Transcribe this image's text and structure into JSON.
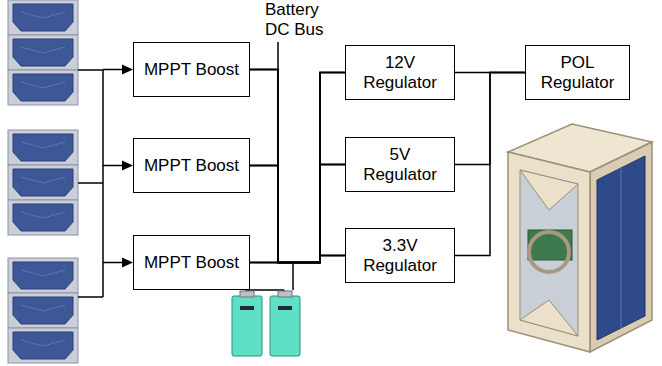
{
  "diagram": {
    "nodes": [
      {
        "text": [
          "MPPT Boost"
        ]
      },
      {
        "text": [
          "MPPT Boost"
        ]
      },
      {
        "text": [
          "MPPT Boost"
        ]
      },
      {
        "text": [
          "12V Regulator"
        ]
      },
      {
        "text": [
          "5V Regulator"
        ]
      },
      {
        "text": [
          "3.3V Regulator"
        ]
      },
      {
        "text": [
          "POL Regulator"
        ]
      }
    ],
    "edges": [
      {
        "from": 0,
        "to": 3,
        "arrow": "none"
      },
      {
        "from": 0,
        "to": 4,
        "arrow": "none"
      },
      {
        "from": 0,
        "to": 5,
        "arrow": "none"
      },
      {
        "from": 1,
        "to": 3,
        "arrow": "none"
      },
      {
        "from": 1,
        "to": 4,
        "arrow": "none"
      },
      {
        "from": 1,
        "to": 5,
        "arrow": "none"
      },
      {
        "from": 2,
        "to": 3,
        "arrow": "none"
      },
      {
        "from": 2,
        "to": 4,
        "arrow": "none"
      },
      {
        "from": 2,
        "to": 5,
        "arrow": "none"
      },
      {
        "from": 3,
        "to": 6,
        "arrow": "none"
      },
      {
        "from": 4,
        "to": 6,
        "arrow": "none"
      },
      {
        "from": 5,
        "to": 6,
        "arrow": "none"
      }
    ],
    "labels": [
      "Battery DC Bus"
    ]
  }
}
